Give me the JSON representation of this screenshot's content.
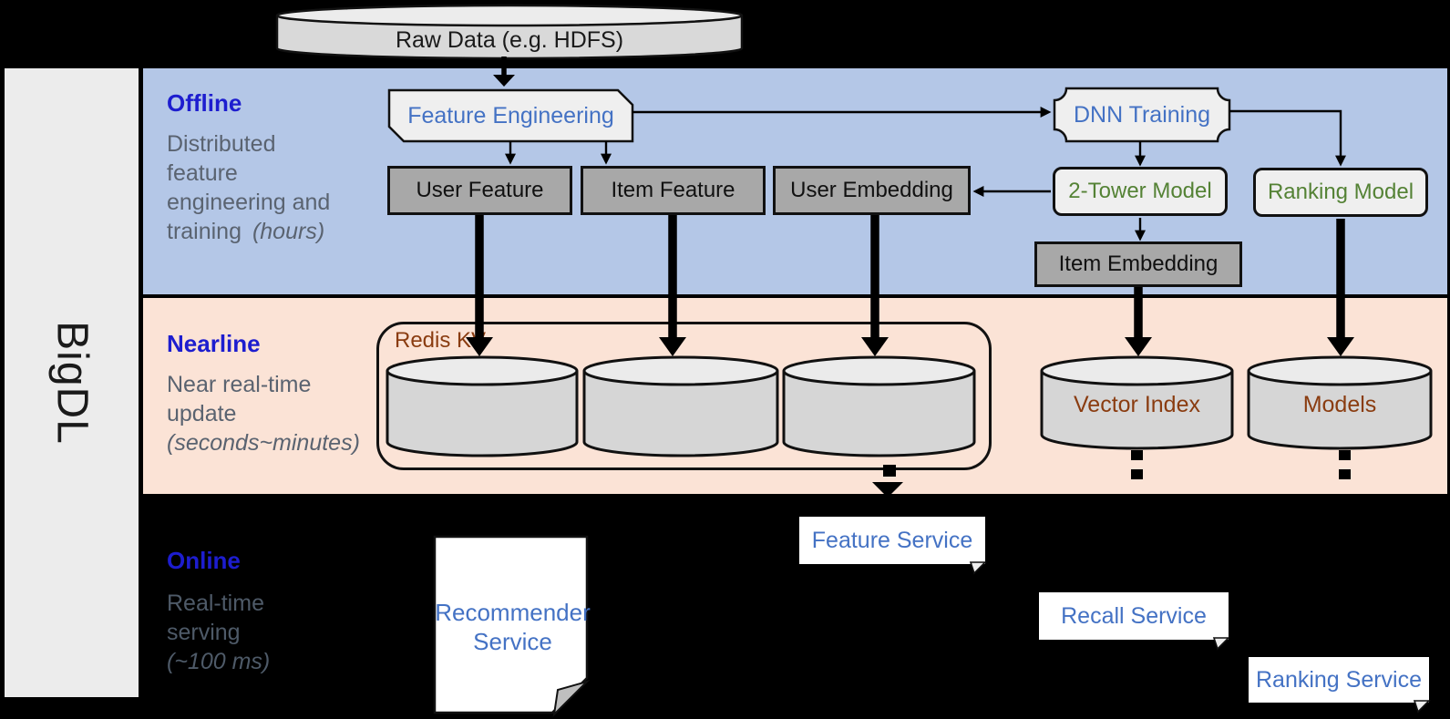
{
  "sidebar": {
    "brand": "BigDL"
  },
  "raw_data": {
    "label": "Raw Data (e.g. HDFS)"
  },
  "bands": {
    "offline": {
      "title": "Offline",
      "desc_line1": "Distributed",
      "desc_line2": "feature",
      "desc_line3": "engineering and",
      "desc_line4": "training",
      "desc_line4_italic": "(hours)"
    },
    "nearline": {
      "title": "Nearline",
      "desc_line1": "Near real-time",
      "desc_line2": "update",
      "desc_line3_italic": "(seconds~minutes)"
    },
    "online": {
      "title": "Online",
      "desc_line1": "Real-time",
      "desc_line2": "serving",
      "desc_line3_italic": "(~100 ms)"
    }
  },
  "nodes": {
    "feature_engineering": "Feature Engineering",
    "dnn_training": "DNN Training",
    "user_feature": "User Feature",
    "item_feature": "Item Feature",
    "user_embedding": "User Embedding",
    "two_tower_model": "2-Tower Model",
    "ranking_model": "Ranking Model",
    "item_embedding": "Item Embedding",
    "redis_kv": "Redis KV",
    "vector_index": "Vector Index",
    "models": "Models"
  },
  "services": {
    "feature": "Feature Service",
    "recommender_line1": "Recommender",
    "recommender_line2": "Service",
    "recall": "Recall Service",
    "ranking": "Ranking Service"
  },
  "colors": {
    "offline_band": "#b4c7e7",
    "nearline_band": "#fbe3d6",
    "section_title_blue": "#1d1dcf",
    "diagram_blue": "#4472c4",
    "diagram_green": "#548235",
    "diagram_brown": "#8a3c10",
    "desc_gray": "#5a6370",
    "box_gray": "#a8a8a8"
  }
}
